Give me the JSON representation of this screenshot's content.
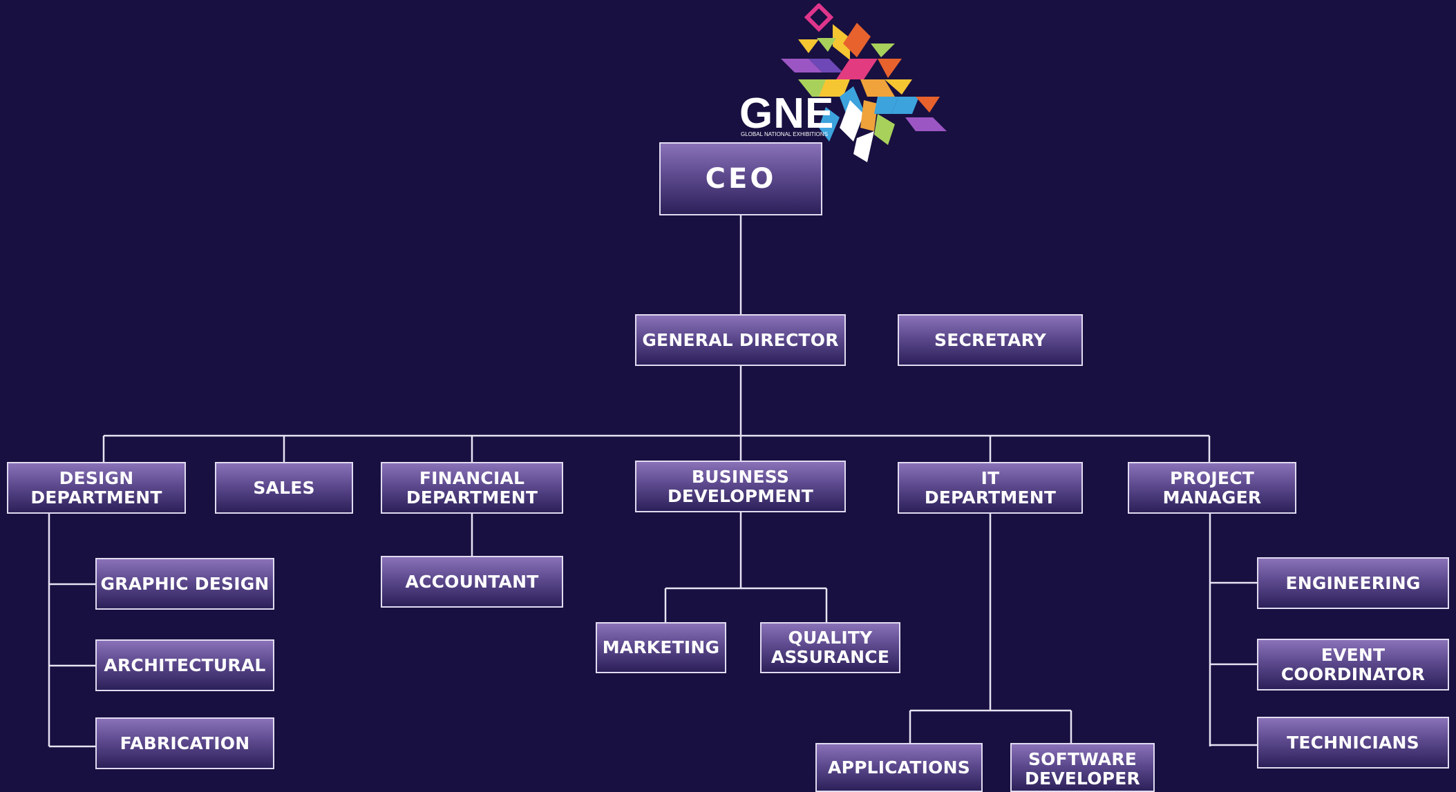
{
  "logo": {
    "wordmark": "GNE",
    "tagline": "GLOBAL NATIONAL EXHIBITIONS"
  },
  "org": {
    "ceo": "CEO",
    "general_director": "GENERAL DIRECTOR",
    "secretary": "SECRETARY",
    "departments": {
      "design": "DESIGN\nDEPARTMENT",
      "sales": "SALES",
      "financial": "FINANCIAL\nDEPARTMENT",
      "business": "BUSINESS\nDEVELOPMENT",
      "it": "IT\nDEPARTMENT",
      "project": "PROJECT\nMANAGER"
    },
    "design_children": [
      "GRAPHIC DESIGN",
      "ARCHITECTURAL",
      "FABRICATION"
    ],
    "financial_children": [
      "ACCOUNTANT"
    ],
    "business_children": [
      "MARKETING",
      "QUALITY\nASSURANCE"
    ],
    "it_children": [
      "APPLICATIONS",
      "SOFTWARE\nDEVELOPER"
    ],
    "project_children": [
      "ENGINEERING",
      "EVENT\nCOORDINATOR",
      "TECHNICIANS"
    ]
  },
  "colors": {
    "background": "#181040",
    "box_top": "#8a72b8",
    "box_bottom": "#2c2059",
    "box_border": "#e2dcf2",
    "connector": "#e8e4f4"
  }
}
